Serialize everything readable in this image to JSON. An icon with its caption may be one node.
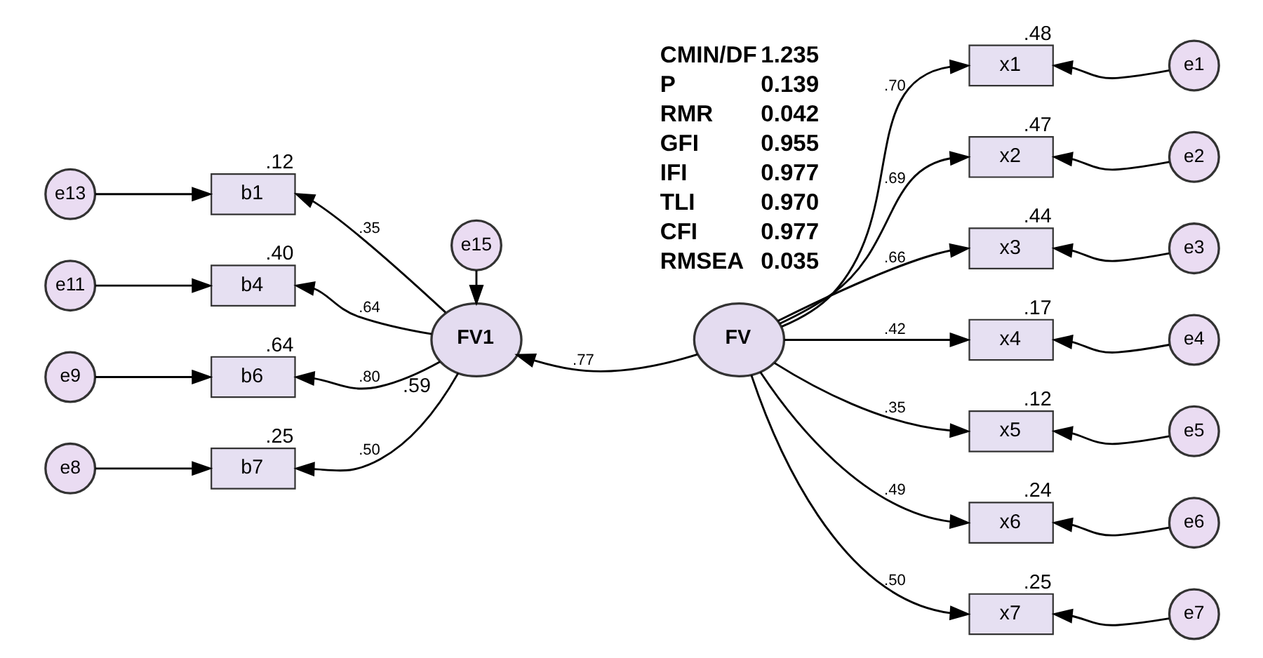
{
  "diagram": {
    "nodes": [
      {
        "text": [
          "e13"
        ]
      },
      {
        "text": [
          "b1"
        ],
        "beside": [
          ".12"
        ]
      },
      {
        "text": [
          "e11"
        ]
      },
      {
        "text": [
          "b4"
        ],
        "beside": [
          ".40"
        ]
      },
      {
        "text": [
          "e9"
        ]
      },
      {
        "text": [
          "b6"
        ],
        "beside": [
          ".64"
        ]
      },
      {
        "text": [
          "e8"
        ]
      },
      {
        "text": [
          "b7"
        ],
        "beside": [
          ".25"
        ]
      },
      {
        "text": [
          "FV1"
        ],
        "beside": [
          ".59"
        ]
      },
      {
        "text": [
          "e15"
        ]
      },
      {
        "text": [
          "FV"
        ]
      },
      {
        "text": [
          "x1"
        ],
        "beside": [
          ".48"
        ]
      },
      {
        "text": [
          "x2"
        ],
        "beside": [
          ".47"
        ]
      },
      {
        "text": [
          "x3"
        ],
        "beside": [
          ".44"
        ]
      },
      {
        "text": [
          "x4"
        ],
        "beside": [
          ".17"
        ]
      },
      {
        "text": [
          "x5"
        ],
        "beside": [
          ".12"
        ]
      },
      {
        "text": [
          "x6"
        ],
        "beside": [
          ".24"
        ]
      },
      {
        "text": [
          "x7"
        ],
        "beside": [
          ".25"
        ]
      },
      {
        "text": [
          "e1"
        ]
      },
      {
        "text": [
          "e2"
        ]
      },
      {
        "text": [
          "e3"
        ]
      },
      {
        "text": [
          "e4"
        ]
      },
      {
        "text": [
          "e5"
        ]
      },
      {
        "text": [
          "e6"
        ]
      },
      {
        "text": [
          "e7"
        ]
      }
    ],
    "edges": [
      {
        "from": 0,
        "to": 1,
        "arrow": "to"
      },
      {
        "from": 2,
        "to": 3,
        "arrow": "to"
      },
      {
        "from": 4,
        "to": 5,
        "arrow": "to"
      },
      {
        "from": 6,
        "to": 7,
        "arrow": "to"
      },
      {
        "from": 8,
        "to": 1,
        "arrow": "to",
        "label": ".35"
      },
      {
        "from": 8,
        "to": 3,
        "arrow": "to",
        "label": ".64"
      },
      {
        "from": 8,
        "to": 5,
        "arrow": "to",
        "label": ".80"
      },
      {
        "from": 8,
        "to": 7,
        "arrow": "to",
        "label": ".50"
      },
      {
        "from": 9,
        "to": 8,
        "arrow": "to"
      },
      {
        "from": 10,
        "to": 8,
        "arrow": "to",
        "label": ".77"
      },
      {
        "from": 10,
        "to": 11,
        "arrow": "to",
        "label": ".70"
      },
      {
        "from": 10,
        "to": 12,
        "arrow": "to",
        "label": ".69"
      },
      {
        "from": 10,
        "to": 13,
        "arrow": "to",
        "label": ".66"
      },
      {
        "from": 10,
        "to": 14,
        "arrow": "to",
        "label": ".42"
      },
      {
        "from": 10,
        "to": 15,
        "arrow": "to",
        "label": ".35"
      },
      {
        "from": 10,
        "to": 16,
        "arrow": "to",
        "label": ".49"
      },
      {
        "from": 10,
        "to": 17,
        "arrow": "to",
        "label": ".50"
      },
      {
        "from": 18,
        "to": 11,
        "arrow": "to"
      },
      {
        "from": 19,
        "to": 12,
        "arrow": "to"
      },
      {
        "from": 20,
        "to": 13,
        "arrow": "to"
      },
      {
        "from": 21,
        "to": 14,
        "arrow": "to"
      },
      {
        "from": 22,
        "to": 15,
        "arrow": "to"
      },
      {
        "from": 23,
        "to": 16,
        "arrow": "to"
      },
      {
        "from": 24,
        "to": 17,
        "arrow": "to"
      }
    ],
    "labels": [
      "CMIN/DF",
      "1.235",
      "P",
      "0.139",
      "RMR",
      "0.042",
      "GFI",
      "0.955",
      "IFI",
      "0.977",
      "TLI",
      "0.970",
      "CFI",
      "0.977",
      "RMSEA",
      "0.035"
    ]
  }
}
